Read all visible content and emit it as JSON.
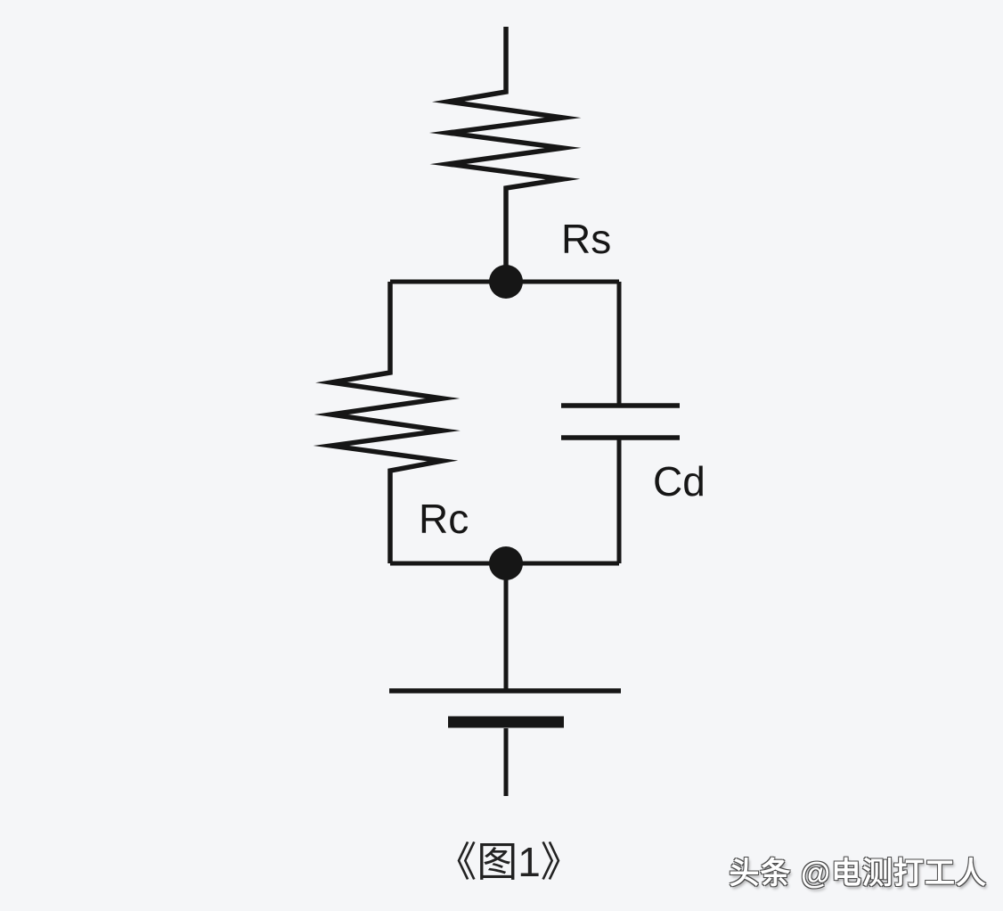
{
  "page": {
    "colors": {
      "background": "#f5f6f8",
      "ink": "#161616",
      "caption_text": "#222222",
      "watermark_fill": "#ffffff",
      "watermark_outline": "#4a4a4a"
    }
  },
  "circuit": {
    "type": "equivalent-circuit-schematic",
    "caption": "《图1》",
    "labels": {
      "series_resistor": "Rs",
      "parallel_resistor": "Rc",
      "capacitor": "Cd"
    },
    "components": [
      {
        "id": "Rs",
        "kind": "resistor",
        "position": "series, top branch"
      },
      {
        "id": "Rc",
        "kind": "resistor",
        "position": "parallel, left branch"
      },
      {
        "id": "Cd",
        "kind": "capacitor",
        "position": "parallel, right branch"
      },
      {
        "id": "battery",
        "kind": "battery-cell",
        "position": "series, bottom"
      }
    ]
  },
  "watermark": {
    "text": "头条 @电测打工人"
  }
}
